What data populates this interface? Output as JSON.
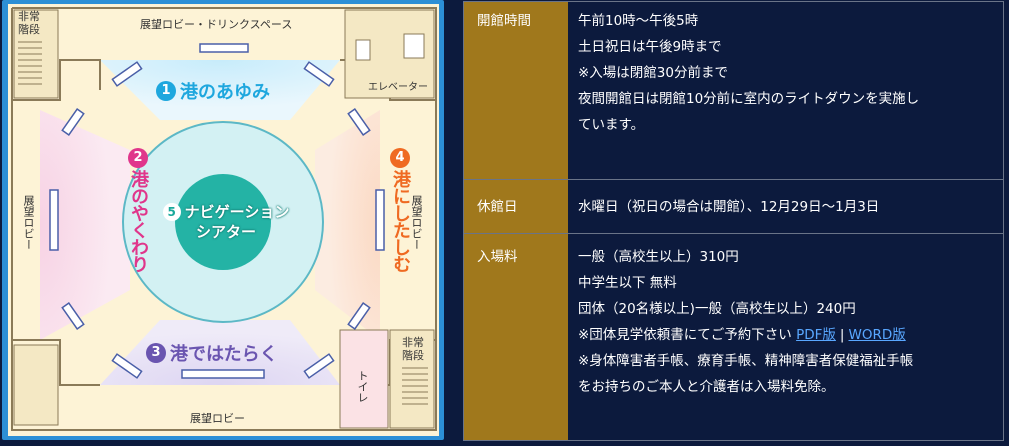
{
  "map": {
    "labels": {
      "top_lobby": "展望ロビー・ドリンクスペース",
      "emergency_stairs_top": [
        "非常",
        "階段"
      ],
      "elevator": "エレベーター",
      "left_lobby": "展望ロビー",
      "right_lobby": "展望ロビー",
      "bottom_lobby": "展望ロビー",
      "emergency_stairs_bottom": [
        "非常",
        "階段"
      ],
      "toilet": "トイレ"
    },
    "zones": [
      {
        "num": "1",
        "name": "港のあゆみ",
        "color": "#1ea7de"
      },
      {
        "num": "2",
        "name": "港のやくわり",
        "color": "#e0368b"
      },
      {
        "num": "3",
        "name": "港ではたらく",
        "color": "#6a55b0"
      },
      {
        "num": "4",
        "name": "港にしたしむ",
        "color": "#ef6a22"
      },
      {
        "num": "5",
        "name": "ナビゲーション",
        "name2": "シアター",
        "color": "#1aa99b"
      }
    ]
  },
  "info": {
    "rows": [
      {
        "label": "開館時間",
        "lines": [
          "午前10時～午後5時",
          "土日祝日は午後9時まで",
          "※入場は閉館30分前まで",
          "夜間開館日は閉館10分前に室内のライトダウンを実施し",
          "ています。"
        ]
      },
      {
        "label": "休館日",
        "lines": [
          "水曜日（祝日の場合は開館）、12月29日～1月3日"
        ]
      },
      {
        "label": "入場料",
        "lines": [
          "一般（高校生以上）310円",
          "中学生以下 無料",
          "団体（20名様以上)一般（高校生以上）240円"
        ],
        "link_line": {
          "prefix": "※団体見学依頼書にてご予約下さい",
          "link1": "PDF版",
          "sep": "|",
          "link2": "WORD版"
        },
        "after_lines": [
          "※身体障害者手帳、療育手帳、精神障害者保健福祉手帳",
          "をお持ちのご本人と介護者は入場料免除。"
        ]
      }
    ]
  }
}
